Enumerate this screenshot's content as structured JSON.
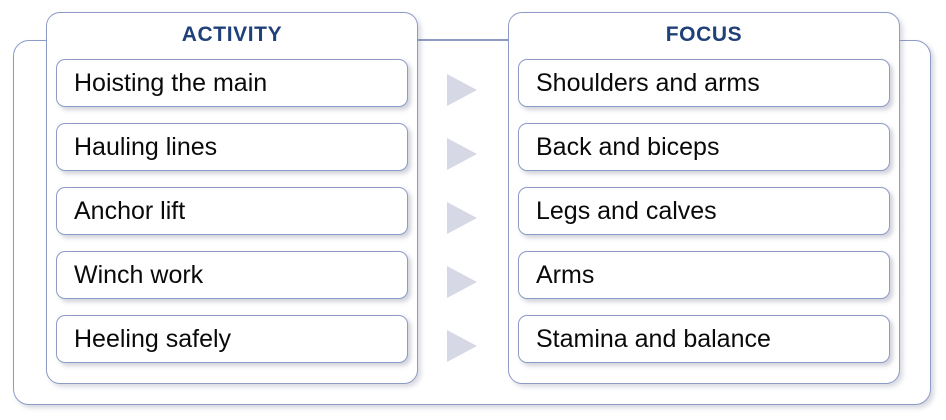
{
  "diagram": {
    "title_left": "ACTIVITY",
    "title_right": "FOCUS",
    "arrow_icon_name": "right-triangle-arrow-icon",
    "colors": {
      "header_text": "#1F4078",
      "border": "#8D9BC6",
      "arrow_fill": "#D6D8E6",
      "pill_background": "#FFFFFF",
      "pill_text": "#0A0A0A",
      "page_background": "#FFFFFF"
    },
    "rows": [
      {
        "activity": "Hoisting the main",
        "focus": "Shoulders and arms"
      },
      {
        "activity": "Hauling lines",
        "focus": "Back and biceps"
      },
      {
        "activity": "Anchor lift",
        "focus": "Legs and calves"
      },
      {
        "activity": "Winch work",
        "focus": "Arms"
      },
      {
        "activity": "Heeling safely",
        "focus": "Stamina and balance"
      }
    ]
  }
}
